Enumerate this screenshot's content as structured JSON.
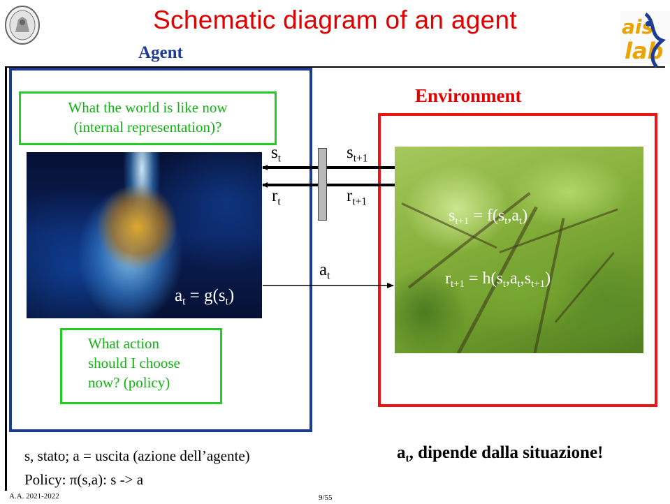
{
  "slide": {
    "title": "Schematic diagram of an agent",
    "footer_year": "A.A. 2021-2022",
    "page_number": "9/55"
  },
  "agent": {
    "label": "Agent",
    "world_question_line1": "What the world is like now",
    "world_question_line2": "(internal representation)?",
    "action_question_line1": "What action",
    "action_question_line2": "should I choose",
    "action_question_line3": "now? (policy)",
    "policy_formula": "a",
    "policy_formula_sub": "t",
    "policy_formula_eq": " = g(s",
    "policy_formula_sub2": "t",
    "policy_formula_end": ")"
  },
  "environment": {
    "label": "Environment",
    "transition": {
      "lhs": "s",
      "lhs_sub": "t+1",
      "rhs": " = f(s",
      "rhs_sub": "t",
      "rhs_mid": ",a",
      "rhs_sub2": "t",
      "rhs_end": ")"
    },
    "reward": {
      "lhs": "r",
      "lhs_sub": "t+1",
      "rhs": " = h(s",
      "rhs_sub": "t",
      "rhs_mid": ",a",
      "rhs_sub2": "t",
      "rhs_mid2": ",s",
      "rhs_sub3": "t+1",
      "rhs_end": ")"
    }
  },
  "signals": {
    "state_agent": "s",
    "state_agent_sub": "t",
    "reward_agent": "r",
    "reward_agent_sub": "t",
    "state_env": "s",
    "state_env_sub": "t+1",
    "reward_env": "r",
    "reward_env_sub": "t+1",
    "action": "a",
    "action_sub": "t"
  },
  "notes": {
    "line1": "s, stato; a = uscita (azione dell’agente)",
    "line2_prefix": "Policy: ",
    "line2_pi": "π",
    "line2_rest": "(s,a): s -> a",
    "conclusion_var": "a",
    "conclusion_sub": "t",
    "conclusion_rest": ", dipende dalla situazione!"
  },
  "colors": {
    "title": "#e00000",
    "agent_border": "#1a3b96",
    "environment_border": "#ee1414",
    "green_text": "#12b312"
  }
}
